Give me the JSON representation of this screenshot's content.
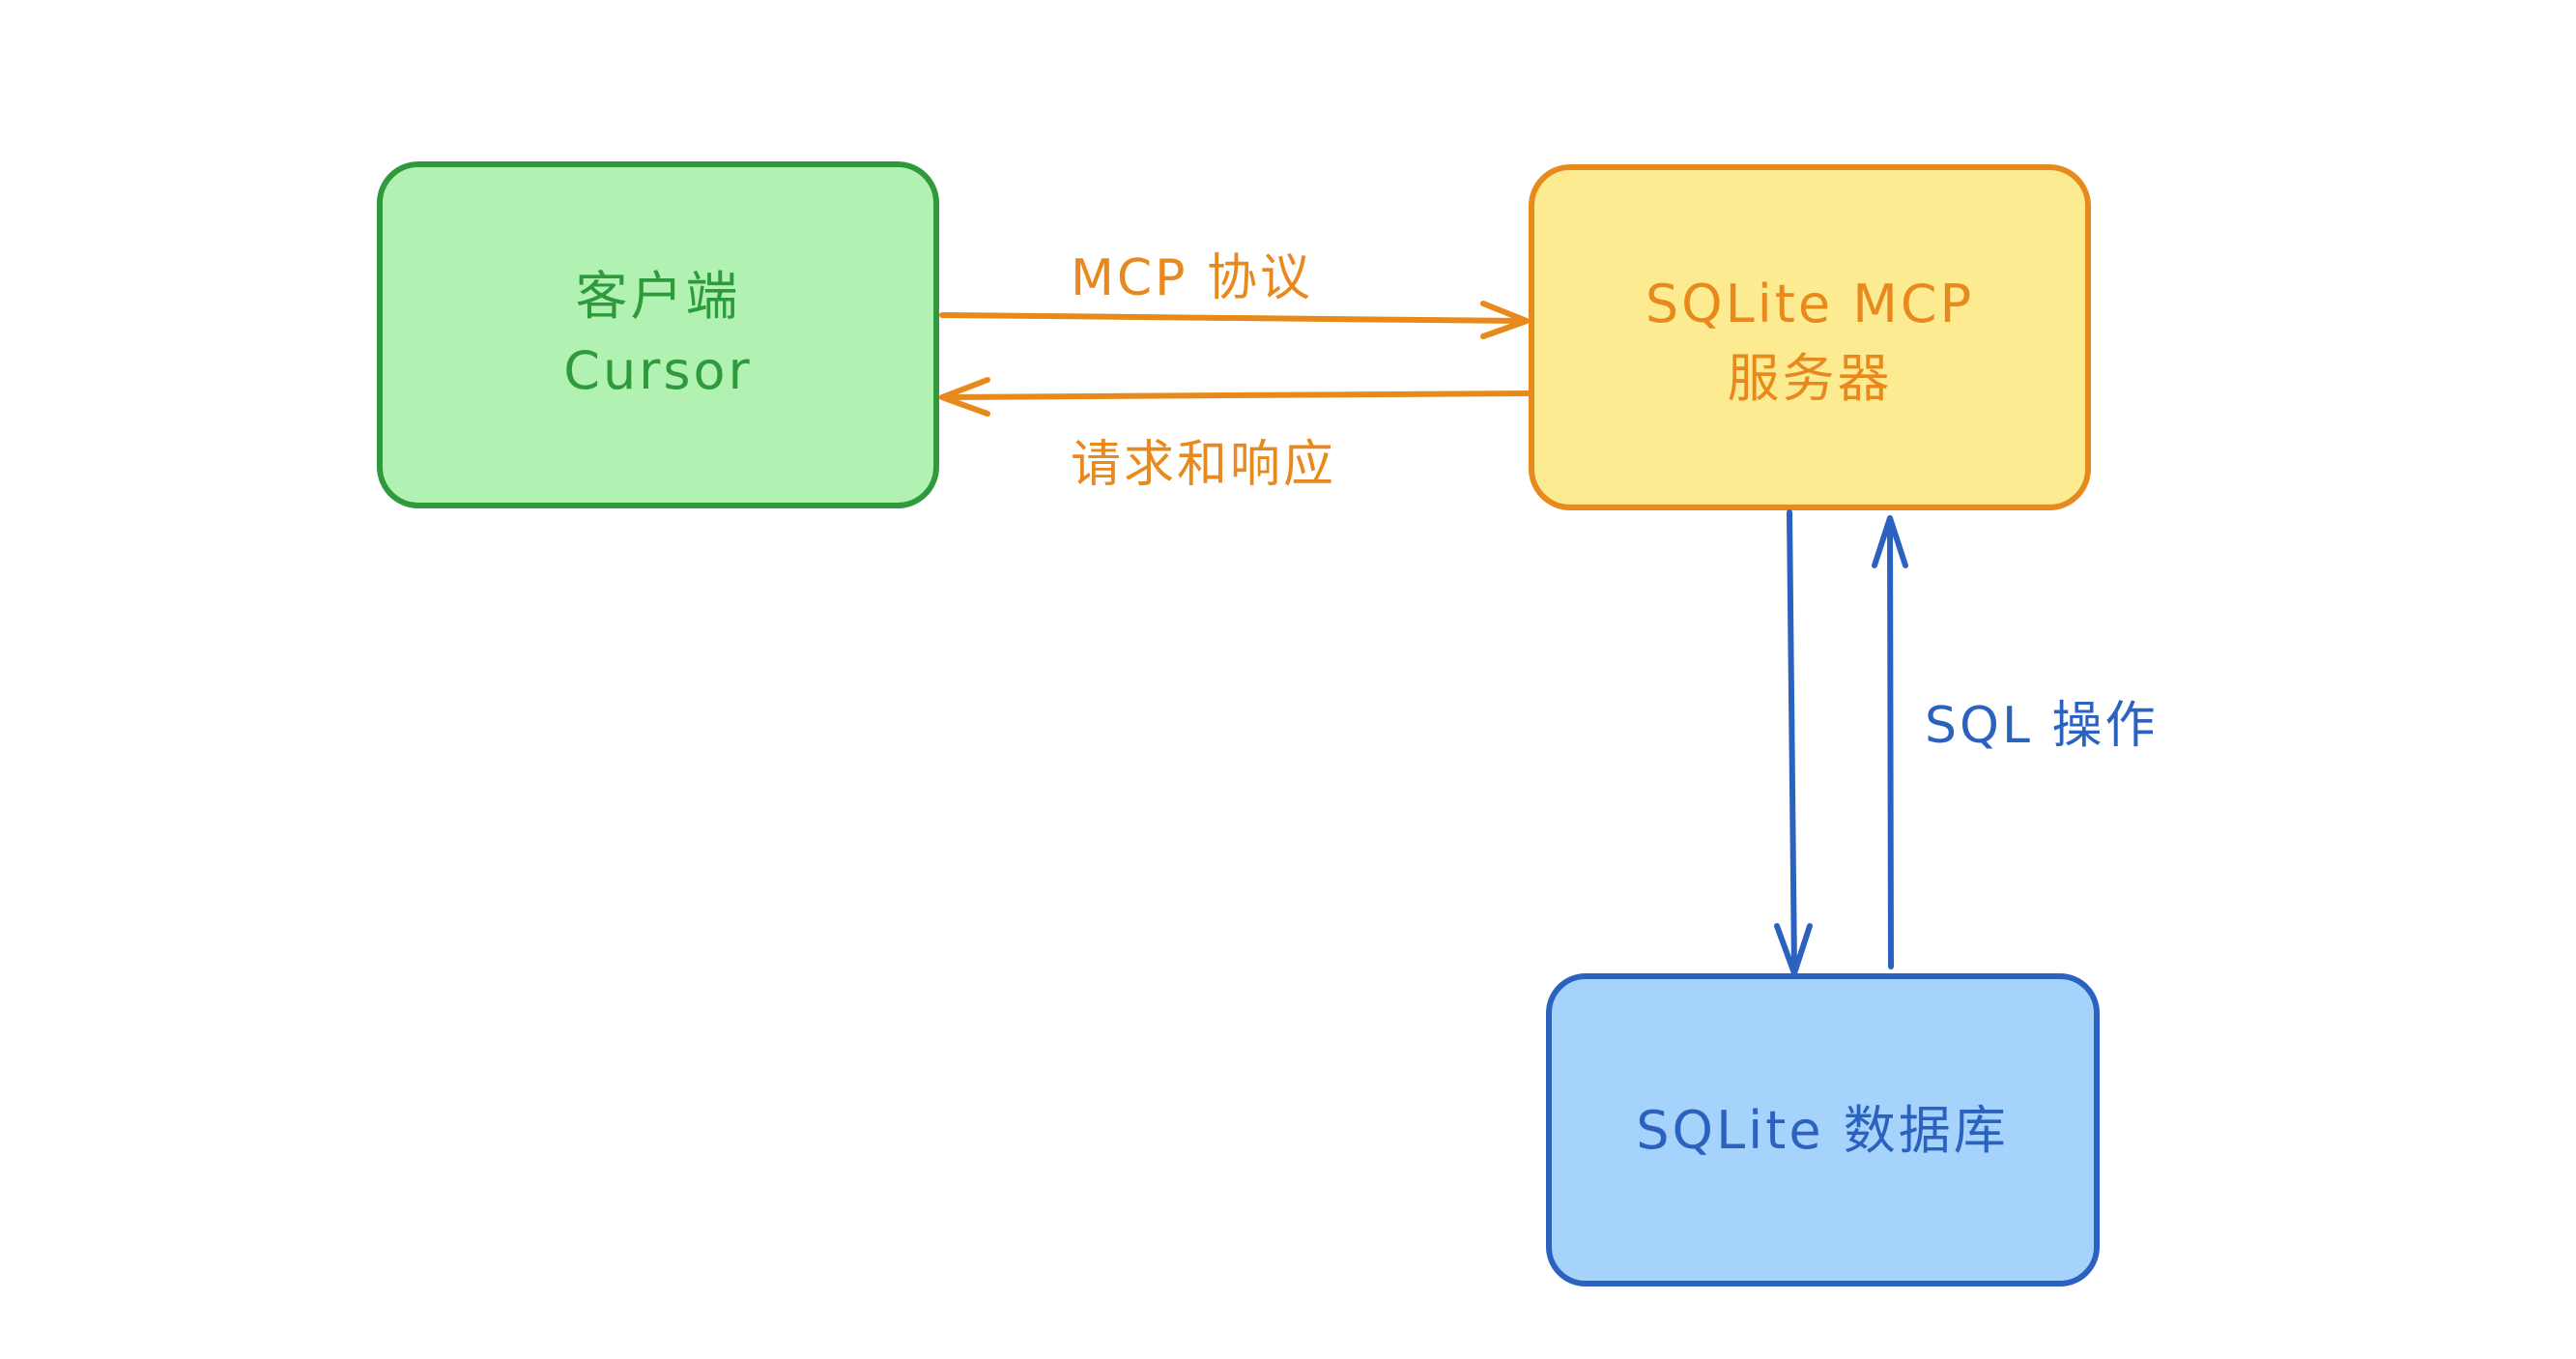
{
  "colors": {
    "client_fill": "#b1f2b2",
    "client_stroke": "#2f9a3c",
    "server_fill": "#fdeb92",
    "server_stroke": "#e8891d",
    "db_fill": "#a6d3fb",
    "db_stroke": "#2b62c0",
    "protocol_edge": "#e8891d",
    "sql_edge": "#2b62c0"
  },
  "nodes": {
    "client": {
      "line1": "客户端",
      "line2": "Cursor"
    },
    "server": {
      "line1": "SQLite MCP",
      "line2": "服务器"
    },
    "database": {
      "label": "SQLite 数据库"
    }
  },
  "edges": {
    "protocol_label": "MCP 协议",
    "response_label": "请求和响应",
    "sql_label": "SQL 操作"
  }
}
